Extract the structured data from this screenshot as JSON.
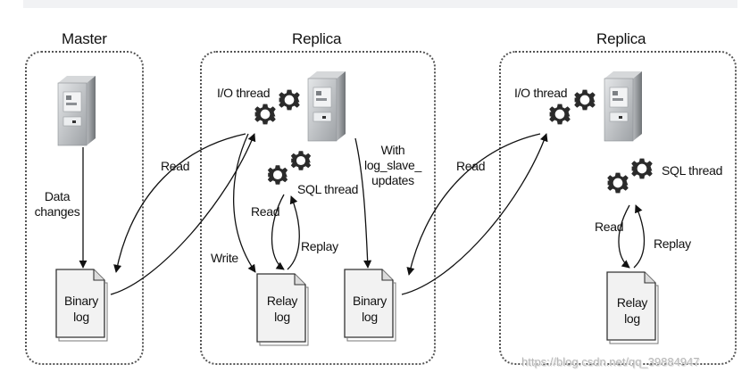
{
  "master": {
    "title": "Master",
    "data_changes_line1": "Data",
    "data_changes_line2": "changes",
    "binary_log_line1": "Binary",
    "binary_log_line2": "log"
  },
  "replica1": {
    "title": "Replica",
    "io_thread": "I/O thread",
    "sql_thread": "SQL thread",
    "read_label": "Read",
    "replay_label": "Replay",
    "write_label": "Write",
    "with_line1": "With",
    "with_line2": "log_slave_",
    "with_line3": "updates",
    "relay_log_line1": "Relay",
    "relay_log_line2": "log",
    "binary_log_line1": "Binary",
    "binary_log_line2": "log"
  },
  "replica2": {
    "title": "Replica",
    "io_thread": "I/O thread",
    "sql_thread": "SQL thread",
    "read_label": "Read",
    "replay_label": "Replay",
    "relay_log_line1": "Relay",
    "relay_log_line2": "log"
  },
  "arrows": {
    "read_master_label": "Read",
    "read_replica_label": "Read"
  },
  "watermark": "https://blog.csdn.net/qq_39884947"
}
